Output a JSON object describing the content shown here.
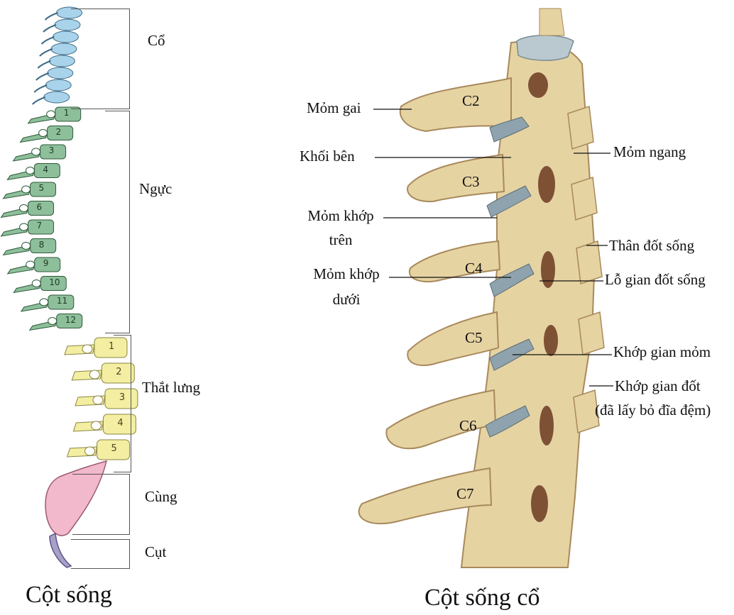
{
  "spine_figure": {
    "regions": {
      "neck": "Cổ",
      "thoracic": "Ngực",
      "lumbar": "Thắt lưng",
      "sacrum": "Cùng",
      "coccyx": "Cụt"
    },
    "thoracic_numbers": [
      "1",
      "2",
      "3",
      "4",
      "5",
      "6",
      "7",
      "8",
      "9",
      "10",
      "11",
      "12"
    ],
    "lumbar_numbers": [
      "1",
      "2",
      "3",
      "4",
      "5"
    ],
    "caption": "Cột sống",
    "colors": {
      "cervical": "#a9d3ea",
      "thoracic": "#8dbf9a",
      "lumbar": "#f3eea2",
      "sacrum": "#f2b8cb",
      "coccyx": "#a9a0c9"
    }
  },
  "cervical_figure": {
    "vertebrae": [
      "C2",
      "C3",
      "C4",
      "C5",
      "C6",
      "C7"
    ],
    "labels_left": {
      "spinous_process": "Mỏm gai",
      "lateral_mass": "Khối bên",
      "superior_articular_line1": "Mỏm khớp",
      "superior_articular_line2": "trên",
      "inferior_articular_line1": "Mỏm khớp",
      "inferior_articular_line2": "dưới"
    },
    "labels_right": {
      "transverse_process": "Mỏm ngang",
      "vertebral_body": "Thân đốt sống",
      "intervertebral_foramen": "Lỗ gian đốt sống",
      "facet_joint": "Khớp gian mỏm",
      "intervertebral_joint_line1": "Khớp gian đốt",
      "intervertebral_joint_line2": "(đã lấy bỏ đĩa đệm)"
    },
    "caption": "Cột sống cổ",
    "colors": {
      "bone": "#e6d3a2",
      "shadow": "#a8895c",
      "cavity": "#6b3a22",
      "disc": "#8ea3ad"
    }
  }
}
